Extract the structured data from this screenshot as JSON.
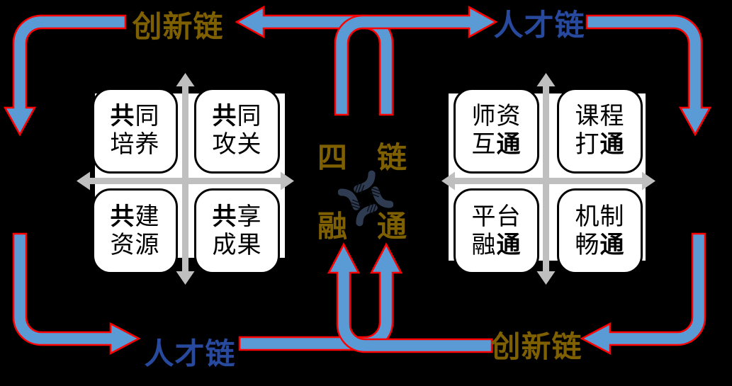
{
  "title": "四链融通 diagram",
  "colors": {
    "bg": "#000000",
    "arrow_fill": "#5B9BD5",
    "arrow_outline": "#FF0000",
    "axis": "#BFBFBF",
    "gold": "#7F6000",
    "chain_blue": "#27499E",
    "box_bg": "#FFFFFF",
    "box_border": "#000000",
    "icon": "#2F3B50"
  },
  "chains": {
    "top_left": {
      "text": "创新链",
      "color_role": "gold"
    },
    "top_right": {
      "text": "人才链",
      "color_role": "blue"
    },
    "bottom_left": {
      "text": "人才链",
      "color_role": "blue"
    },
    "bottom_right": {
      "text": "创新链",
      "color_role": "gold"
    }
  },
  "center": {
    "char_top_left": "四",
    "char_top_right": "链",
    "char_bottom_left": "融",
    "char_bottom_right": "通",
    "icon": "four-hands-cooperation-icon"
  },
  "clusters": [
    {
      "id": "left-quadrant-grid",
      "boxes": [
        {
          "line1": [
            [
              "共",
              true
            ],
            [
              "同",
              false
            ]
          ],
          "line2": [
            [
              "培养",
              false
            ]
          ]
        },
        {
          "line1": [
            [
              "共",
              true
            ],
            [
              "同",
              false
            ]
          ],
          "line2": [
            [
              "攻关",
              false
            ]
          ]
        },
        {
          "line1": [
            [
              "共",
              true
            ],
            [
              "建",
              false
            ]
          ],
          "line2": [
            [
              "资源",
              false
            ]
          ]
        },
        {
          "line1": [
            [
              "共",
              true
            ],
            [
              "享",
              false
            ]
          ],
          "line2": [
            [
              "成果",
              false
            ]
          ]
        }
      ]
    },
    {
      "id": "right-quadrant-grid",
      "boxes": [
        {
          "line1": [
            [
              "师资",
              false
            ]
          ],
          "line2": [
            [
              "互",
              false
            ],
            [
              "通",
              true
            ]
          ]
        },
        {
          "line1": [
            [
              "课程",
              false
            ]
          ],
          "line2": [
            [
              "打",
              false
            ],
            [
              "通",
              true
            ]
          ]
        },
        {
          "line1": [
            [
              "平台",
              false
            ]
          ],
          "line2": [
            [
              "融",
              false
            ],
            [
              "通",
              true
            ]
          ]
        },
        {
          "line1": [
            [
              "机制",
              false
            ]
          ],
          "line2": [
            [
              "畅",
              false
            ],
            [
              "通",
              true
            ]
          ]
        }
      ]
    }
  ]
}
